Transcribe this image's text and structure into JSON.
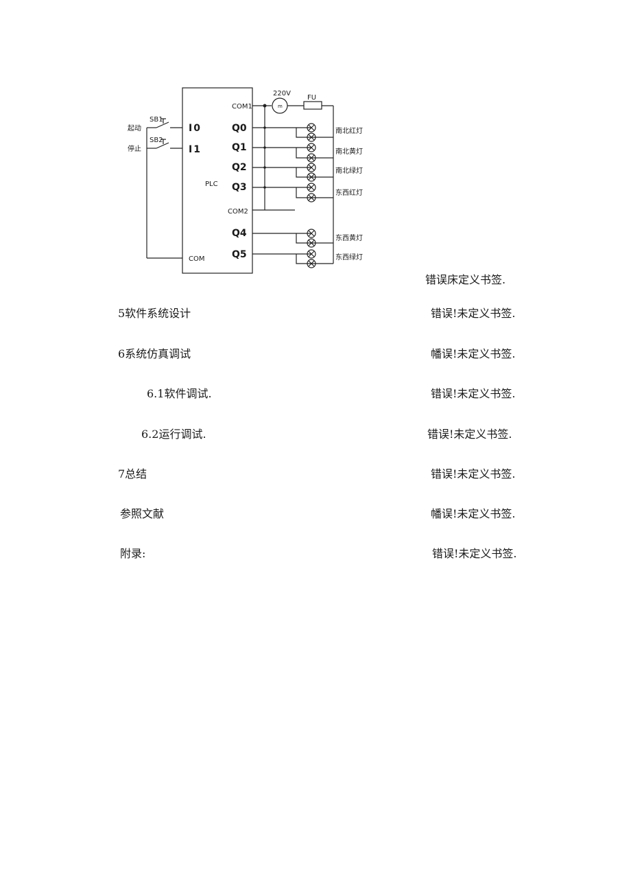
{
  "diagram": {
    "plc_label": "PLC",
    "com1": "COM1",
    "com2": "COM2",
    "com": "COM",
    "supply_voltage": "220V",
    "motor_symbol": "m",
    "fuse": "FU",
    "inputs": [
      {
        "switch": "SB1",
        "function": "起动",
        "terminal": "I0"
      },
      {
        "switch": "SB2",
        "function": "停止",
        "terminal": "I1"
      }
    ],
    "outputs": [
      {
        "terminal": "Q0",
        "lamp": "南北红灯"
      },
      {
        "terminal": "Q1",
        "lamp": "南北黄灯"
      },
      {
        "terminal": "Q2",
        "lamp": "南北绿灯"
      },
      {
        "terminal": "Q3",
        "lamp": "东西红灯"
      },
      {
        "terminal": "Q4",
        "lamp": "东西黄灯"
      },
      {
        "terminal": "Q5",
        "lamp": "东西绿灯"
      }
    ]
  },
  "first_page_ref": "错误床定义书签.",
  "toc": [
    {
      "title": "5软件系统设计",
      "page": "错误!未定义书签."
    },
    {
      "title": "6系统仿真调试",
      "page": "幡误!未定义书签."
    },
    {
      "title": "6.1软件调试.",
      "page": "错误!未定义书签."
    },
    {
      "title": "6.2运行调试.",
      "page": "错误!未定义书签."
    },
    {
      "title": "7总结",
      "page": "错误!未定义书签."
    },
    {
      "title": "参照文献",
      "page": "幡误!未定义书签."
    },
    {
      "title": "附录:",
      "page": "错误!未定义书签."
    }
  ]
}
